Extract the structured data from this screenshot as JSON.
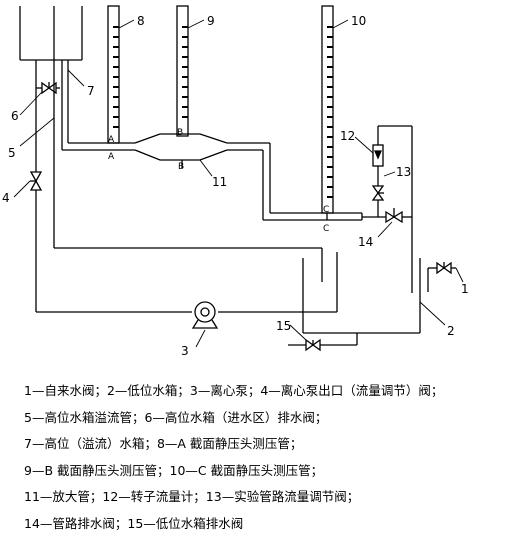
{
  "labels": {
    "n1": "1",
    "n2": "2",
    "n3": "3",
    "n4": "4",
    "n5": "5",
    "n6": "6",
    "n7": "7",
    "n8": "8",
    "n9": "9",
    "n10": "10",
    "n11": "11",
    "n12": "12",
    "n13": "13",
    "n14": "14",
    "n15": "15"
  },
  "section_letters": {
    "a_top": "A",
    "a_bottom": "A",
    "b_top": "B",
    "b_bottom": "B",
    "c_top": "C",
    "c_bottom": "C"
  },
  "legend": [
    "1—自来水阀；2—低位水箱；3—离心泵；4—离心泵出口（流量调节）阀；",
    "5—高位水箱溢流管；6—高位水箱（进水区）排水阀；",
    "7—高位（溢流）水箱；8—A 截面静压头测压管；",
    "9—B 截面静压头测压管；10—C 截面静压头测压管；",
    "11—放大管；12—转子流量计；13—实验管路流量调节阀；",
    "14—管路排水阀；15—低位水箱排水阀"
  ]
}
